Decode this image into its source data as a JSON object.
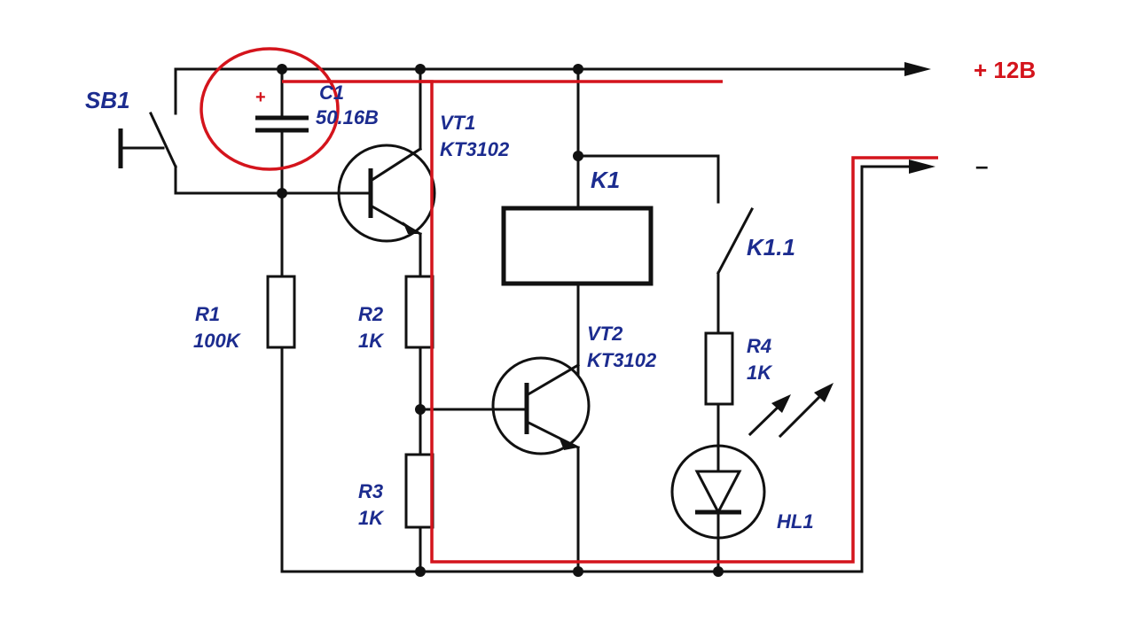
{
  "components": {
    "sb1": {
      "ref": "SB1"
    },
    "c1": {
      "ref": "C1",
      "value": "50.16B",
      "polarity": "+"
    },
    "vt1": {
      "ref": "VT1",
      "part": "KT3102"
    },
    "vt2": {
      "ref": "VT2",
      "part": "KT3102"
    },
    "k1": {
      "ref": "K1"
    },
    "k11": {
      "ref": "K1.1"
    },
    "r1": {
      "ref": "R1",
      "value": "100K"
    },
    "r2": {
      "ref": "R2",
      "value": "1K"
    },
    "r3": {
      "ref": "R3",
      "value": "1K"
    },
    "r4": {
      "ref": "R4",
      "value": "1K"
    },
    "hl1": {
      "ref": "HL1"
    }
  },
  "rails": {
    "positive": "+ 12B",
    "negative": "–"
  },
  "colors": {
    "wire": "#111111",
    "label": "#1c2c8f",
    "highlight": "#d4141c"
  }
}
